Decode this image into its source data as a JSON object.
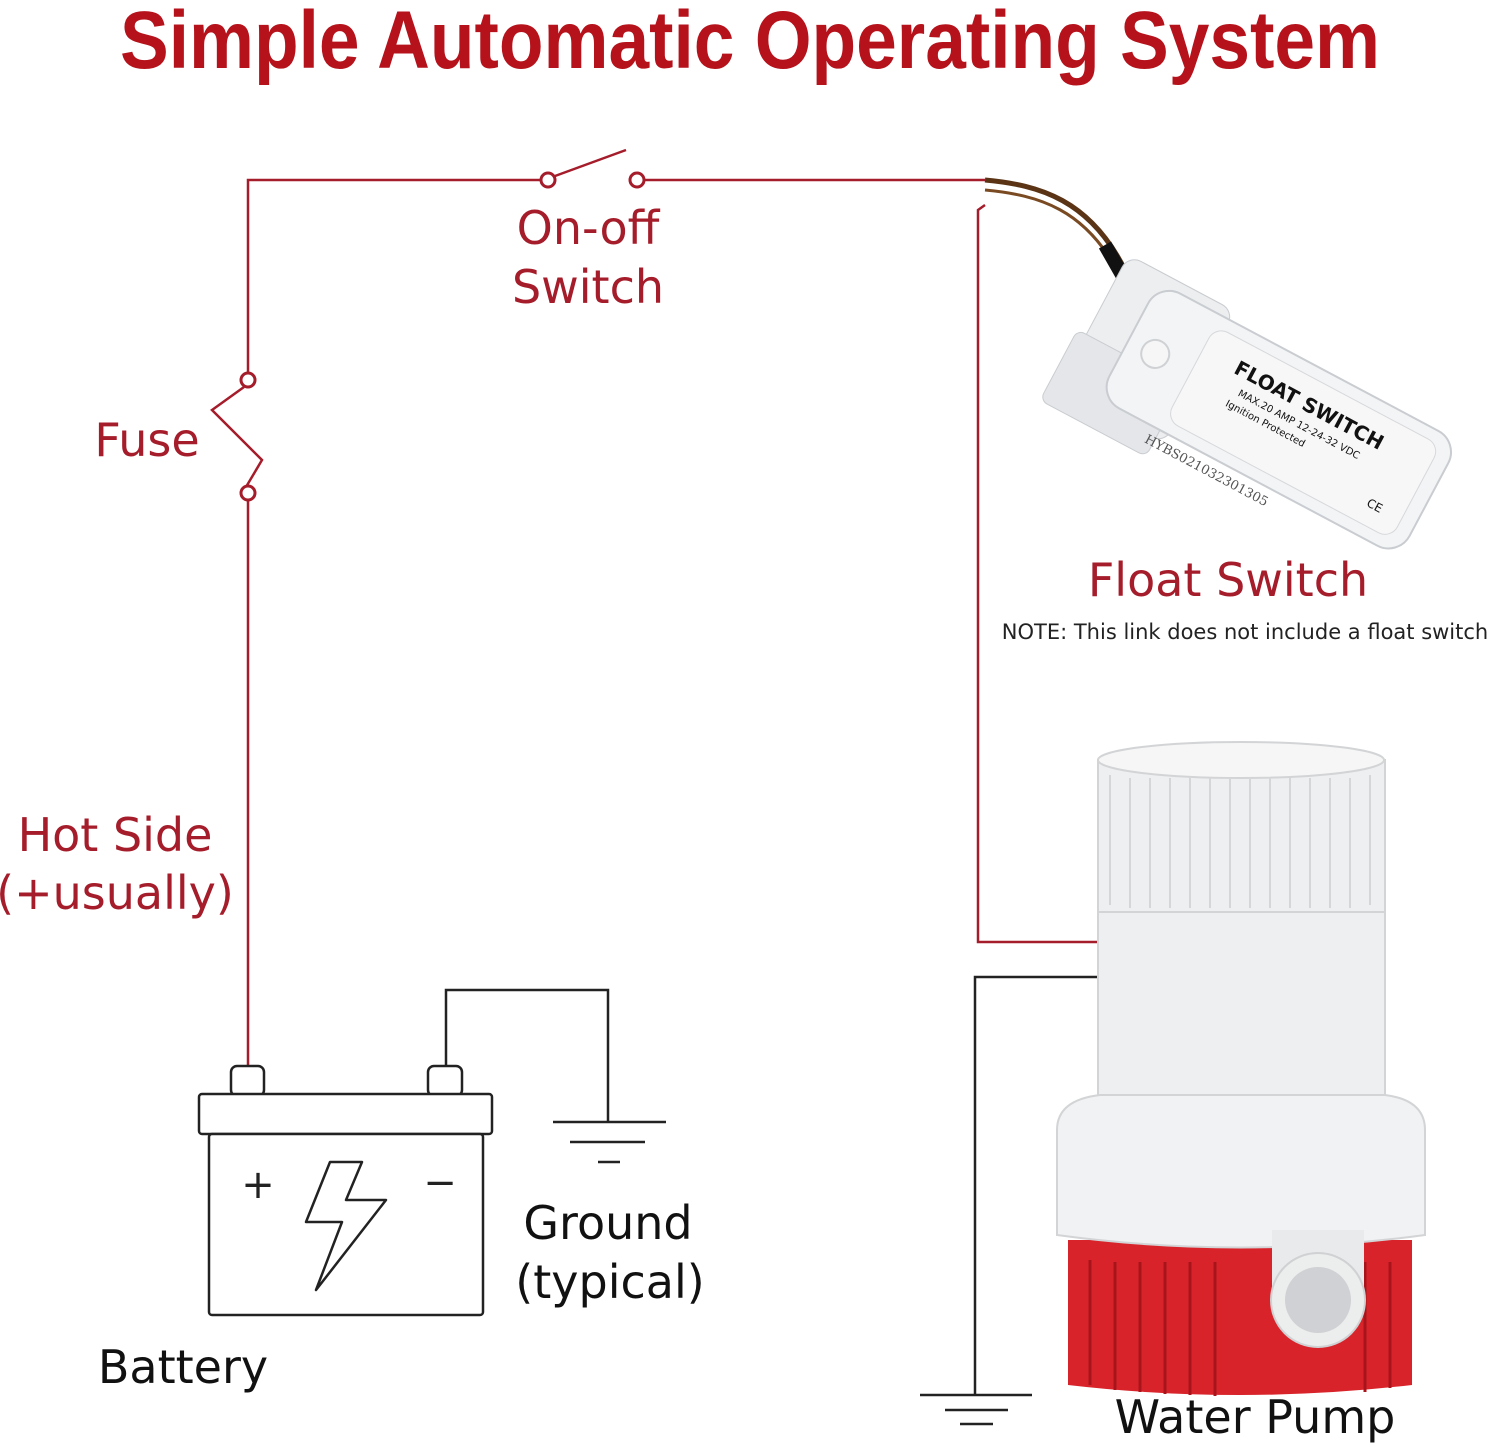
{
  "title": "Simple Automatic Operating System",
  "labels": {
    "on_off_line1": "On-off",
    "on_off_line2": "Switch",
    "fuse": "Fuse",
    "hot_side_line1": "Hot Side",
    "hot_side_line2": "(+usually)",
    "float_switch": "Float Switch",
    "note": "NOTE: This link does not include a float switch",
    "battery": "Battery",
    "battery_plus": "+",
    "battery_minus": "−",
    "ground_line1": "Ground",
    "ground_line2": "(typical)",
    "water_pump": "Water Pump"
  },
  "float_switch_product": {
    "name": "FLOAT SWITCH",
    "rating": "MAX.20 AMP 12-24-32 VDC",
    "protection": "Ignition Protected",
    "mark": "CE",
    "serial": "HYBS021032301305"
  },
  "colors": {
    "title": "#b5121b",
    "wire_hot": "#a51c2a",
    "wire_ground": "#222222",
    "pump_base": "#d8232a"
  }
}
